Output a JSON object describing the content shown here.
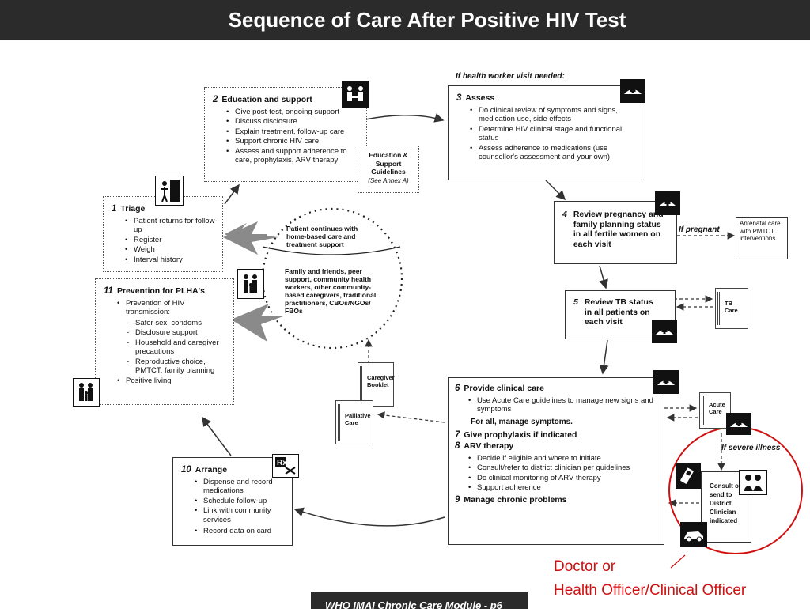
{
  "title": "Sequence of Care After Positive HIV Test",
  "visit_note": "If health worker visit needed:",
  "steps": {
    "triage": {
      "num": "1",
      "heading": "Triage",
      "items": [
        "Patient returns for follow-up",
        "Register",
        "Weigh",
        "Interval history"
      ]
    },
    "education": {
      "num": "2",
      "heading": "Education and support",
      "items": [
        "Give post-test, ongoing support",
        "Discuss disclosure",
        "Explain treatment, follow-up care",
        "Support chronic HIV care",
        "Assess and support adherence to care, prophylaxis, ARV therapy"
      ]
    },
    "assess": {
      "num": "3",
      "heading": "Assess",
      "items": [
        "Do clinical review of symptoms and signs, medication use, side effects",
        "Determine HIV clinical stage and functional status",
        "Assess adherence to medications (use counsellor's assessment and your own)"
      ]
    },
    "pregnancy": {
      "num": "4",
      "heading": "Review pregnancy and family planning status in all fertile women on each visit"
    },
    "tb": {
      "num": "5",
      "heading": "Review TB status in all patients on each visit"
    },
    "clinical": {
      "num6": "6",
      "heading6": "Provide clinical care",
      "items6": [
        "Use Acute Care guidelines to manage new signs and symptoms"
      ],
      "manage": "For all, manage symptoms.",
      "num7": "7",
      "heading7": "Give prophylaxis if indicated",
      "num8": "8",
      "heading8": "ARV therapy",
      "items8": [
        "Decide if eligible and where to initiate",
        "Consult/refer to district clinician per guidelines",
        "Do clinical monitoring of ARV therapy",
        "Support adherence"
      ],
      "num9": "9",
      "heading9": "Manage chronic problems"
    },
    "arrange": {
      "num": "10",
      "heading": "Arrange",
      "items": [
        "Dispense and record medications",
        "Schedule follow-up",
        "Link with community services",
        "Record data on card"
      ]
    },
    "prevention": {
      "num": "11",
      "heading": "Prevention for PLHA's",
      "item1": "Prevention of HIV transmission:",
      "sub": [
        "Safer sex, condoms",
        "Disclosure support",
        "Household and caregiver precautions",
        "Reproductive choice, PMTCT, family planning"
      ],
      "item2": "Positive living"
    }
  },
  "guidelines_box": {
    "line1": "Education & Support Guidelines",
    "line2": "(See Annex A)"
  },
  "if_pregnant": "If pregnant",
  "antenatal": "Antenatal care with PMTCT interventions",
  "tb_care": "TB Care",
  "acute_care": "Acute Care",
  "if_severe": "If severe illness",
  "consult": "Consult or send to District Clinician indicated",
  "caregiver_booklet": "Caregiver Booklet",
  "palliative_care": "Palliative Care",
  "community": {
    "top": "Patient continues with home-based care and treatment support",
    "bottom": "Family and friends, peer support, community health workers, other community-based caregivers, traditional practitioners, CBOs/NGOs/ FBOs"
  },
  "annotation": {
    "line1": "Doctor or",
    "line2": "Health Officer/Clinical Officer"
  },
  "footer": "WHO IMAI Chronic Care Module - p6",
  "colors": {
    "title_bg": "#2b2b2b",
    "annotation": "#d01010",
    "arrow": "#333333",
    "big_arrow": "#8a8a8a"
  },
  "icons": [
    "person-door-icon",
    "people-meeting-icon",
    "nurse-cap-icon",
    "family-icon",
    "prescription-icon",
    "phone-icon",
    "doctors-icon",
    "ambulance-icon"
  ]
}
